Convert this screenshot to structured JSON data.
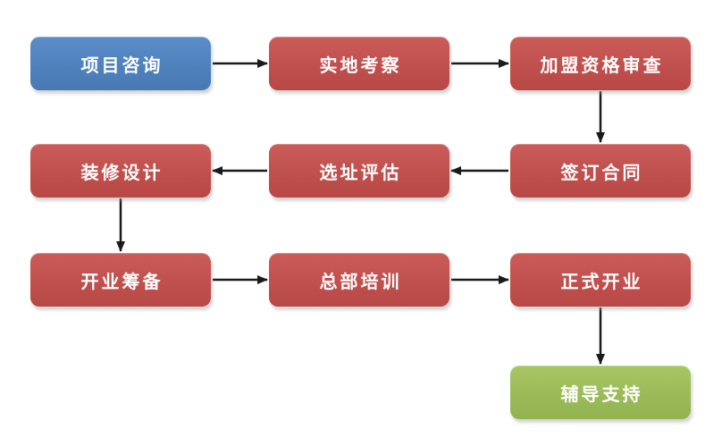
{
  "colors": {
    "start_node": "#4f81bd",
    "process_node": "#c0504d",
    "end_node": "#9bbb59",
    "arrow": "#1a1a1a",
    "text": "#ffffff",
    "background": "#ffffff"
  },
  "nodes": [
    {
      "id": "project-consultation",
      "label": "项目咨询",
      "type": "start"
    },
    {
      "id": "site-visit",
      "label": "实地考察",
      "type": "process"
    },
    {
      "id": "franchise-qualification-review",
      "label": "加盟资格审查",
      "type": "process"
    },
    {
      "id": "sign-contract",
      "label": "签订合同",
      "type": "process"
    },
    {
      "id": "site-selection-evaluation",
      "label": "选址评估",
      "type": "process"
    },
    {
      "id": "decoration-design",
      "label": "装修设计",
      "type": "process"
    },
    {
      "id": "opening-preparation",
      "label": "开业筹备",
      "type": "process"
    },
    {
      "id": "headquarters-training",
      "label": "总部培训",
      "type": "process"
    },
    {
      "id": "official-opening",
      "label": "正式开业",
      "type": "process"
    },
    {
      "id": "guidance-support",
      "label": "辅导支持",
      "type": "end"
    }
  ],
  "edges": [
    {
      "from": 0,
      "to": 1
    },
    {
      "from": 1,
      "to": 2
    },
    {
      "from": 2,
      "to": 3
    },
    {
      "from": 3,
      "to": 4
    },
    {
      "from": 4,
      "to": 5
    },
    {
      "from": 5,
      "to": 6
    },
    {
      "from": 6,
      "to": 7
    },
    {
      "from": 7,
      "to": 8
    },
    {
      "from": 8,
      "to": 9
    }
  ]
}
